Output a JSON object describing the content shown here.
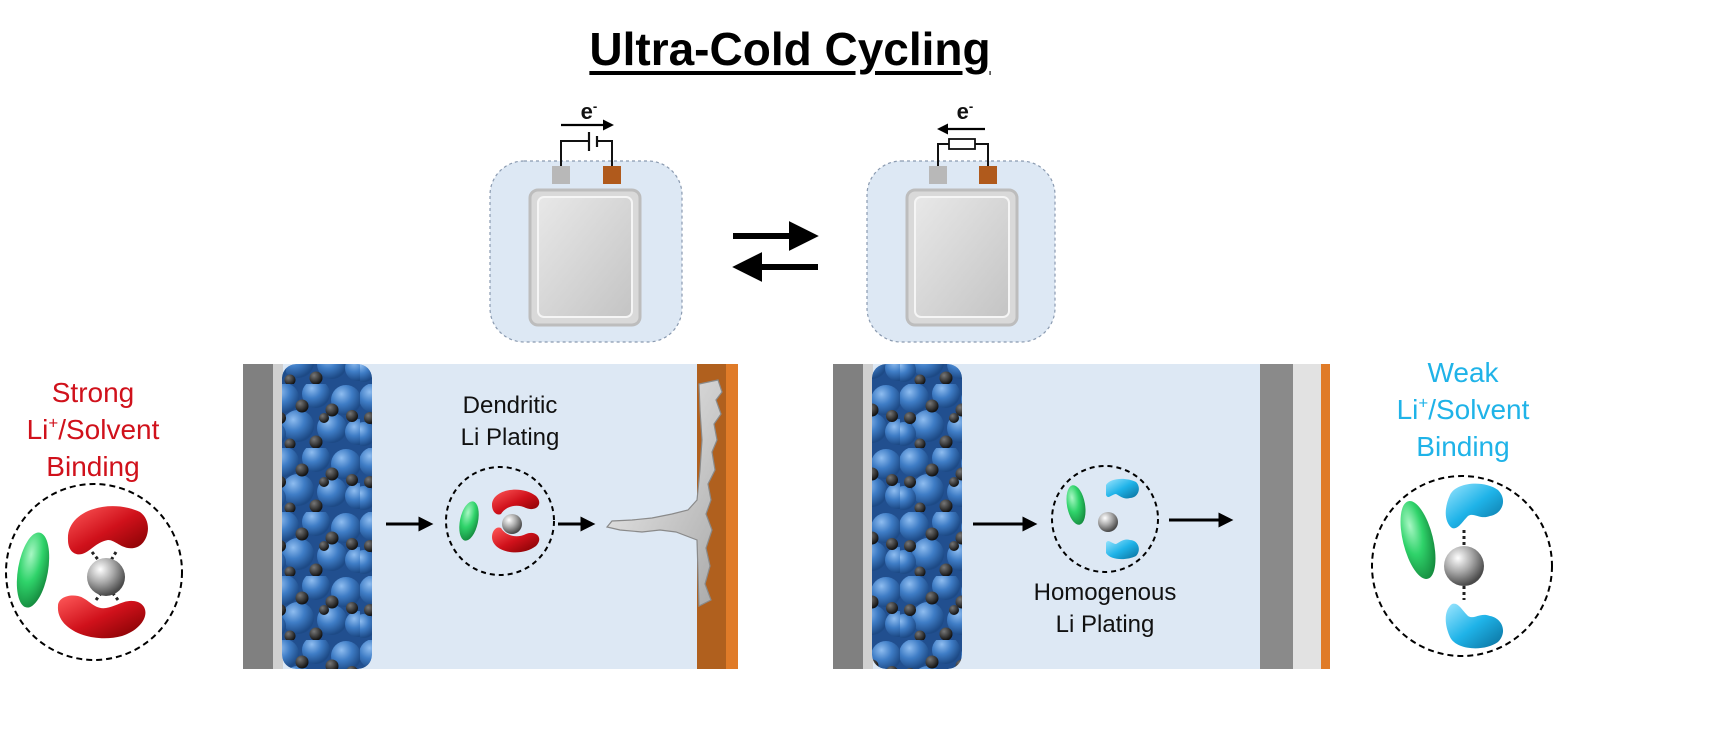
{
  "title": "Ultra-Cold Cycling",
  "electron_symbol": "e",
  "electron_charge": "-",
  "left_binding": {
    "line1": "Strong",
    "line2_ion": "Li",
    "line2_charge": "+",
    "line2_rest": "/Solvent",
    "line3": "Binding"
  },
  "right_binding": {
    "line1": "Weak",
    "line2_ion": "Li",
    "line2_charge": "+",
    "line2_rest": "/Solvent",
    "line3": "Binding"
  },
  "left_plating": {
    "line1": "Dendritic",
    "line2": "Li Plating"
  },
  "right_plating": {
    "line1": "Homogenous",
    "line2": "Li Plating"
  },
  "colors": {
    "electrolyte": "#dde8f4",
    "anode_copper": "#b0601e",
    "copper_stripe": "#e07b28",
    "particle_blue": "#3f7dc6",
    "solvent_red": "#d0111b",
    "solvent_blue": "#1fb3e8",
    "anion_green": "#2fd36a"
  }
}
